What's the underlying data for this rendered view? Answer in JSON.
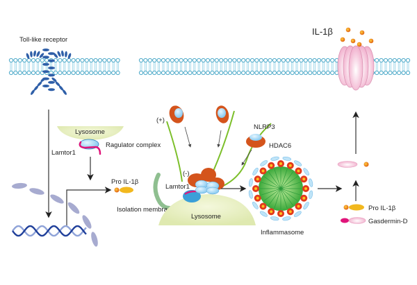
{
  "labels": {
    "toll_like_receptor": "Toll-like receptor",
    "lysosome_top": "Lysosome",
    "ragulator_complex": "Ragulator complex",
    "lamtor1_left": "Lamtor1",
    "pro_il1b_center": "Pro IL-1β",
    "isolation_membrane": "Isolation membrane",
    "plus": "(+)",
    "minus": "(-)",
    "lamtor1_center": "Lamtor1",
    "lysosome_center": "Lysosome",
    "nlrp3": "NLRP3",
    "hdac6": "HDAC6",
    "inflammasome": "Inflammasome",
    "il1b": "IL-1β",
    "pro_il1b_right": "Pro IL-1β",
    "gasdermin_d": "Gasdermin-D"
  },
  "colors": {
    "membrane_head": "#5fb8d4",
    "membrane_tail": "#8fd0e6",
    "receptor": "#2f5fa8",
    "lysosome": "#e8f0c4",
    "lamtor1": "#e0147a",
    "ragulator": "#3a9fd8",
    "protein_orange": "#d4541c",
    "microtubule": "#7cbf2a",
    "inflammasome_green": "#5cbf3c",
    "inflammasome_red": "#e23a1c",
    "il1b_dot": "#f0a020",
    "pro_il1b_body": "#f2b81e",
    "gasdermin": "#f4c6d8",
    "dna_dark": "#1f3f9a",
    "dna_light": "#8fa3d8",
    "chromatin": "#a7abd0",
    "isolation_membrane": "#8fbf90",
    "arrow": "#222222"
  }
}
